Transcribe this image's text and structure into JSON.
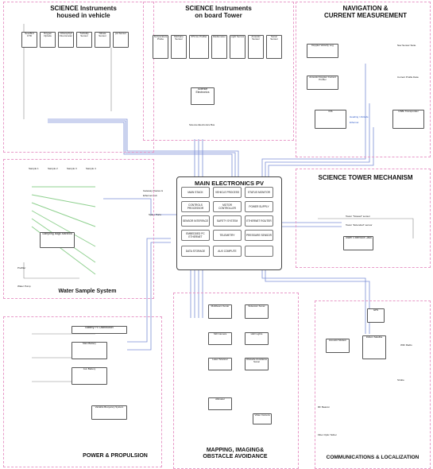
{
  "panels": {
    "science_vehicle": {
      "title_line1": "SCIENCE Instruments",
      "title_line2": "housed in vehicle"
    },
    "science_tower": {
      "title_line1": "SCIENCE Instruments",
      "title_line2": "on board Tower"
    },
    "navigation": {
      "title_line1": "NAVIGATION &",
      "title_line2": "CURRENT MEASUREMENT"
    },
    "tower_mech": {
      "title": "SCIENCE TOWER MECHANISM"
    },
    "water": {
      "title": "Water Sample System"
    },
    "power": {
      "title": "POWER & PROPULSION"
    },
    "mapping": {
      "title_line1": "MAPPING, IMAGING&",
      "title_line2": "OBSTACLE AVOIDANCE"
    },
    "comms": {
      "title": "COMMUNICATIONS & LOCALIZATION"
    }
  },
  "main_pv": {
    "title": "MAIN ELECTRONICS PV",
    "left_labels": [
      "Gateway Routes &",
      "Ethernet Hub",
      "Spare Ports"
    ],
    "boxes": [
      [
        "MAIN STACK",
        "VEHICLE PROCESS",
        "STATUS MONITOR"
      ],
      [
        "CONTROLS PROCESSOR",
        "MOTOR CONTROLLER",
        "POWER SUPPLY"
      ],
      [
        "SENSOR INTERFACE",
        "SAFETY SYSTEM",
        "ETHERNET ROUTER"
      ],
      [
        "EMBEDDED PC ETHERNET",
        "TELEMETRY",
        "PRESSURE SENSOR"
      ],
      [
        "DATA STORAGE",
        "AUX COMPUTE",
        ""
      ]
    ]
  },
  "sci_vehicle_boxes": [
    "Sea-Bird CTD",
    "Oxygen Optode",
    "Chlorophyll Fluorometer",
    "Turbidity Sensor",
    "Nitrate Sensor",
    "pH Sensor"
  ],
  "sci_tower_boxes": [
    "Temperature Probe",
    "Methane Sensor",
    "IPS Ice Profiler",
    "Radiometer",
    "Light Sensor",
    "Acoustic Sensor",
    "Sonar Sensor"
  ],
  "sci_tower_labels": {
    "stack": "Science Electronics",
    "bus": "Science Electronics Bus"
  },
  "nav_boxes": [
    "Doppler Velocity Log",
    "Acoustic Doppler Current Profiler",
    "INS",
    "USBL Transponder"
  ],
  "nav_labels": [
    "Nav Sensor Suite",
    "Current Profile Data",
    "Heading / Attitude",
    "Ethernet"
  ],
  "tower_labels": {
    "stowed": "Tower \"Stowed\" sensor",
    "extended": "Tower \"Extended\" sensor",
    "actuator": "Tower Extension Jack"
  },
  "water_labels": {
    "pumps": [
      "Sample 1",
      "Sample 2",
      "Sample 3",
      "Sample 4"
    ],
    "bag": "Sampling Bags Manifold",
    "filter": "Prefilter",
    "pump": "Water Pump"
  },
  "power_labels": {
    "pv": "Battery PV Distribution",
    "battery1": "Main Battery",
    "battery2": "Aux Battery",
    "vbs": "Variable Buoyancy System"
  },
  "mapping_labels": {
    "sonar1": "Multibeam Sonar",
    "sonar2": "Sidescan Sonar",
    "camera": "Still Camera",
    "lights": "LED Lights",
    "laser": "Laser Scanner",
    "obstacle": "Obstacle Avoidance Sonar",
    "altimeter": "Altimeter",
    "cam2": "Video Camera"
  },
  "comms_labels": {
    "gps": "GPS",
    "modem": "Acoustic Modem",
    "iridium": "Iridium Satellite",
    "wifi": "WiFi Radio",
    "strobe": "Strobe",
    "rf": "RF Beacon",
    "fiber": "Fiber Optic Tether"
  }
}
